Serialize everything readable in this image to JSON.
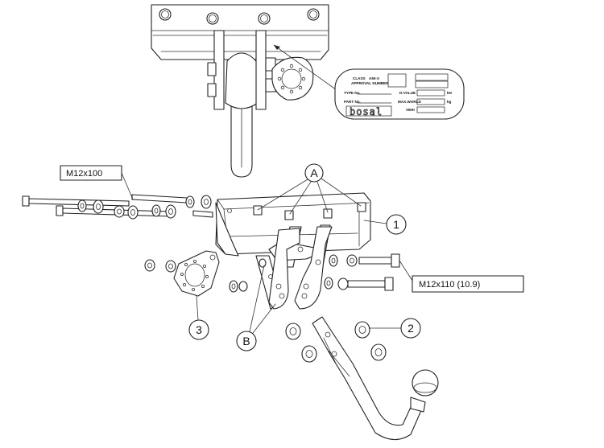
{
  "callouts": {
    "bolt_top": "M12x100",
    "bolt_right": "M12x110 (10.9)"
  },
  "markers": {
    "n1": "1",
    "n2": "2",
    "n3": "3",
    "A": "A",
    "B": "B"
  },
  "plate": {
    "class_label": "CLASS",
    "class_value": "A50-X",
    "approval_label": "APPROVAL NUMBER",
    "type_label": "TYPE No.",
    "part_label": "PART No.",
    "d_value_label": "D-VALUE",
    "d_value_unit": "kN",
    "max_load_label": "MAX.WORLD",
    "max_load_unit": "kg",
    "vehicle_label": "VEHI",
    "brand": "bosal"
  },
  "colors": {
    "line": "#222222",
    "background": "#ffffff"
  }
}
